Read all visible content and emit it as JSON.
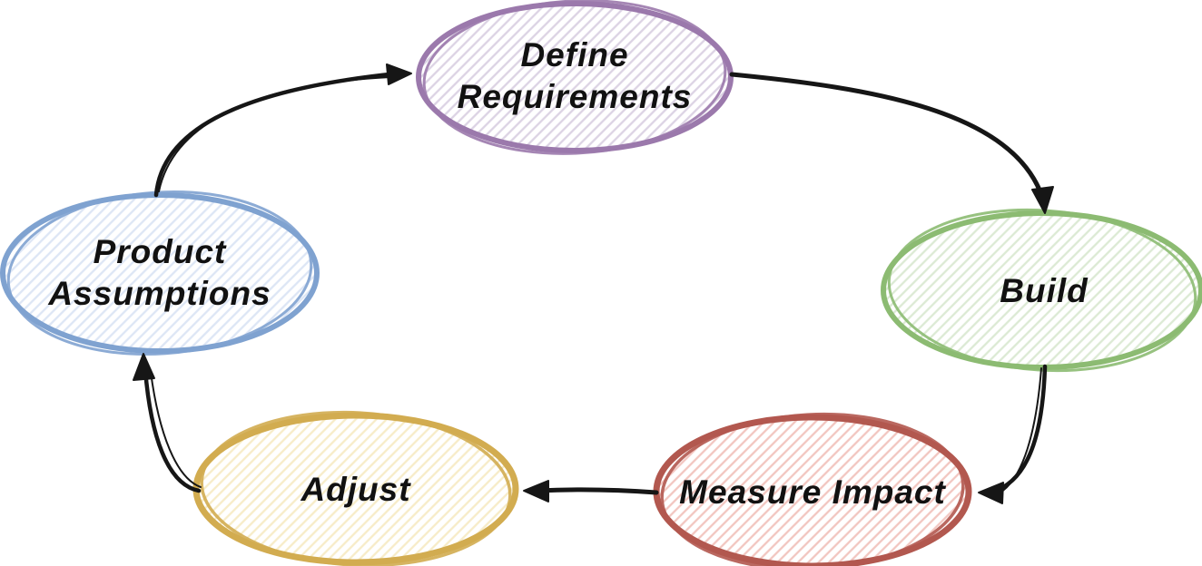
{
  "diagram": {
    "type": "cycle-flowchart",
    "background": "#ffffff",
    "arrow_color": "#161616",
    "text_color": "#111111",
    "nodes": {
      "define_requirements": {
        "line1": "Define",
        "line2": "Requirements",
        "stroke": "#9b79ac",
        "hatch": "#dcd3e4"
      },
      "build": {
        "line1": "Build",
        "stroke": "#8cbb72",
        "hatch": "#dcead4"
      },
      "measure_impact": {
        "line1": "Measure Impact",
        "stroke": "#b2584f",
        "hatch": "#f2c6c0"
      },
      "adjust": {
        "line1": "Adjust",
        "stroke": "#d2ac50",
        "hatch": "#f7ecc8"
      },
      "product_assumptions": {
        "line1": "Product",
        "line2": "Assumptions",
        "stroke": "#7fa2d0",
        "hatch": "#dde6f5"
      }
    },
    "edges": [
      {
        "from": "Product Assumptions",
        "to": "Define Requirements"
      },
      {
        "from": "Define Requirements",
        "to": "Build"
      },
      {
        "from": "Build",
        "to": "Measure Impact"
      },
      {
        "from": "Measure Impact",
        "to": "Adjust"
      },
      {
        "from": "Adjust",
        "to": "Product Assumptions"
      }
    ]
  }
}
